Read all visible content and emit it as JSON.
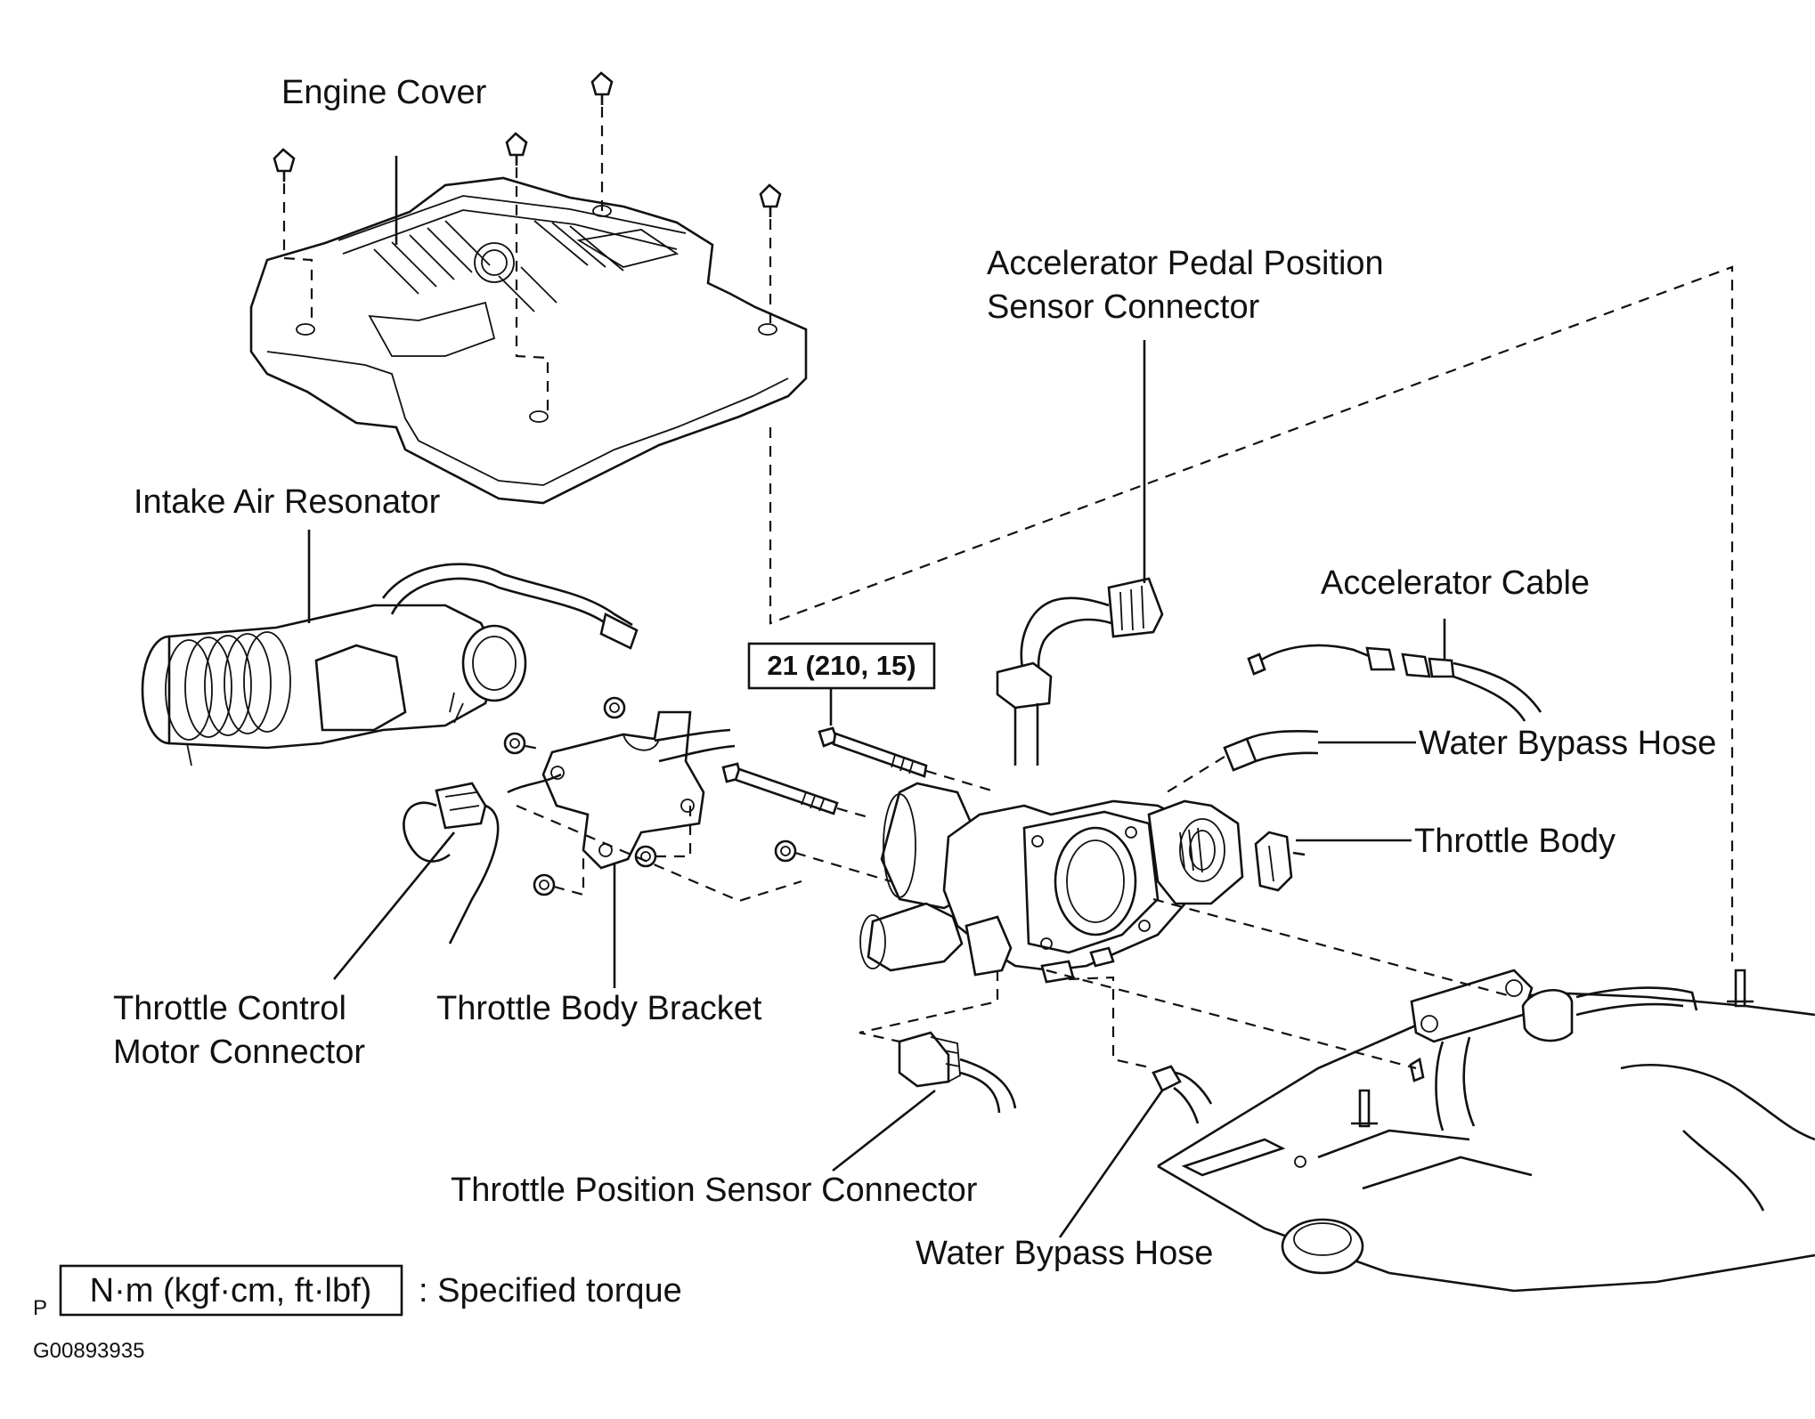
{
  "labels": {
    "engine_cover": "Engine Cover",
    "intake_air_resonator": "Intake Air Resonator",
    "accel_pedal_sensor_line1": "Accelerator Pedal Position",
    "accel_pedal_sensor_line2": "Sensor Connector",
    "accelerator_cable": "Accelerator Cable",
    "water_bypass_hose_upper": "Water Bypass Hose",
    "throttle_body": "Throttle Body",
    "throttle_control_motor_line1": "Throttle Control",
    "throttle_control_motor_line2": "Motor Connector",
    "throttle_body_bracket": "Throttle Body Bracket",
    "throttle_position_sensor": "Throttle Position Sensor Connector",
    "water_bypass_hose_lower": "Water Bypass Hose"
  },
  "torque_spec": "21 (210, 15)",
  "legend": {
    "marker": "P",
    "unit_box": "N·m (kgf·cm, ft·lbf)",
    "description": ": Specified torque"
  },
  "figure_id": "G00893935"
}
